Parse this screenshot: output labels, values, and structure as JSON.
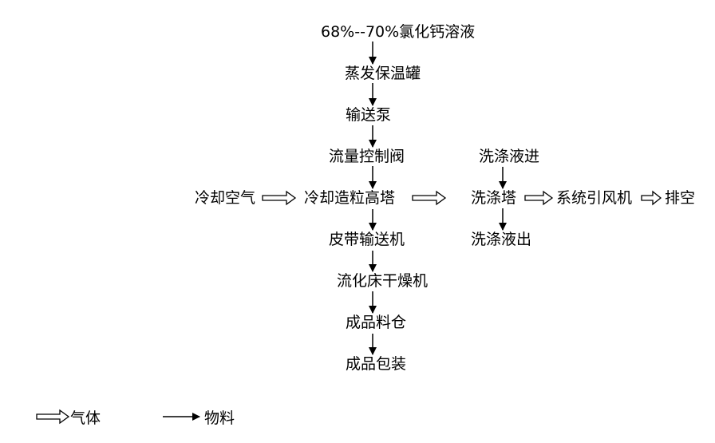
{
  "main_flow": [
    "68%--70%氯化钙溶液",
    "蒸发保温罐",
    "输送泵",
    "流量控制阀",
    "冷却造粒高塔",
    "皮带输送机",
    "流化床干燥机",
    "成品料仓",
    "成品包装"
  ],
  "cooling_air": "冷却空气",
  "washing": {
    "liquid_in": "洗涤液进",
    "tower": "洗涤塔",
    "liquid_out": "洗涤液出",
    "fan": "系统引风机",
    "exhaust": "排空"
  },
  "legend": {
    "gas": "气体",
    "material": "物料"
  }
}
